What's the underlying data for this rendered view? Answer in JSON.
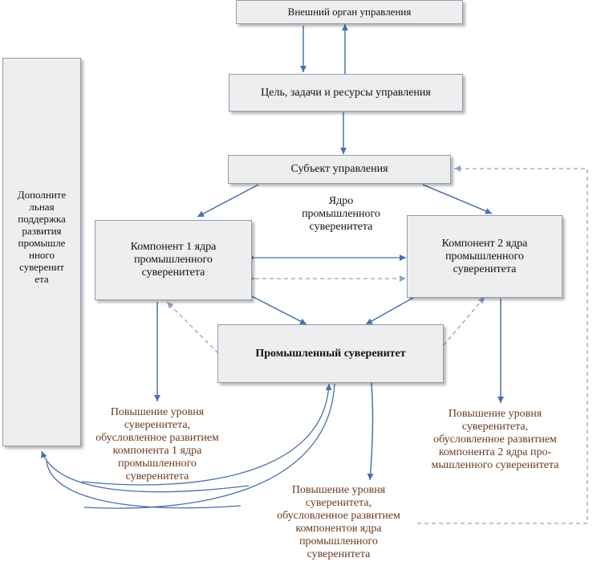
{
  "nodes": {
    "external": "Внешний орган управления",
    "goals": "Цель, задачи и ресурсы управления",
    "subject": "Субъект управления",
    "core_label": "Ядро\nпромышленного\nсуверенитета",
    "component1": "Компонент 1 ядра\nпромышленного\nсуверенитета",
    "component2": "Компонент 2 ядра\nпромышленного\nсуверенитета",
    "sovereignty": "Промышленный суверенитет",
    "support": "Дополните\nльная\nподдержка\nразвития\nпромышле\nнного\nсуверенит\nета",
    "outcome1": "Повышение уровня\nсуверенитета,\nобусловленное развитием\nкомпонента 1 ядра\nпромышленного\nсуверенитета",
    "outcome2": "Повышение уровня\nсуверенитета,\nобусловленное развитием\nкомпонента 2 ядра про-\nмышленного суверенитета",
    "outcome3": "Повышение уровня\nсуверенитета,\nобусловленное развитием\nкомпонентов ядра\nпромышленного\nсуверенитета"
  },
  "colors": {
    "arrow": "#4a72a8",
    "dashed": "#8aa4c6",
    "box_fill": "#eeeeee",
    "box_border": "#8a9fb6",
    "outcome_text": "#6a3a1e"
  }
}
